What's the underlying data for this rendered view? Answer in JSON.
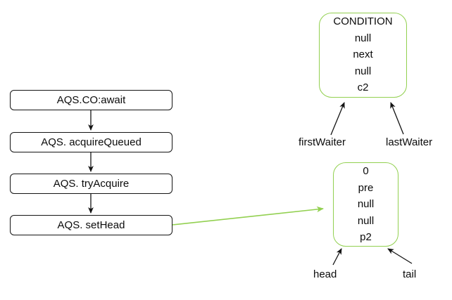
{
  "flow": {
    "steps": [
      {
        "label": "AQS.CO:await"
      },
      {
        "label": "AQS. acquireQueued"
      },
      {
        "label": "AQS. tryAcquire"
      },
      {
        "label": "AQS. setHead"
      }
    ]
  },
  "condition_node": {
    "lines": [
      "CONDITION",
      "null",
      "next",
      "null",
      "c2"
    ],
    "pointers": [
      {
        "label": "firstWaiter"
      },
      {
        "label": "lastWaiter"
      }
    ]
  },
  "sync_node": {
    "lines": [
      "0",
      "pre",
      "null",
      "null",
      "p2"
    ],
    "pointers": [
      {
        "label": "head"
      },
      {
        "label": "tail"
      }
    ]
  },
  "colors": {
    "node_border_green": "#92d050",
    "green_arrow": "#92d050",
    "flow_box_border": "#141414",
    "black_arrow": "#141414",
    "text": "#0b0b0b",
    "background": "#ffffff"
  }
}
